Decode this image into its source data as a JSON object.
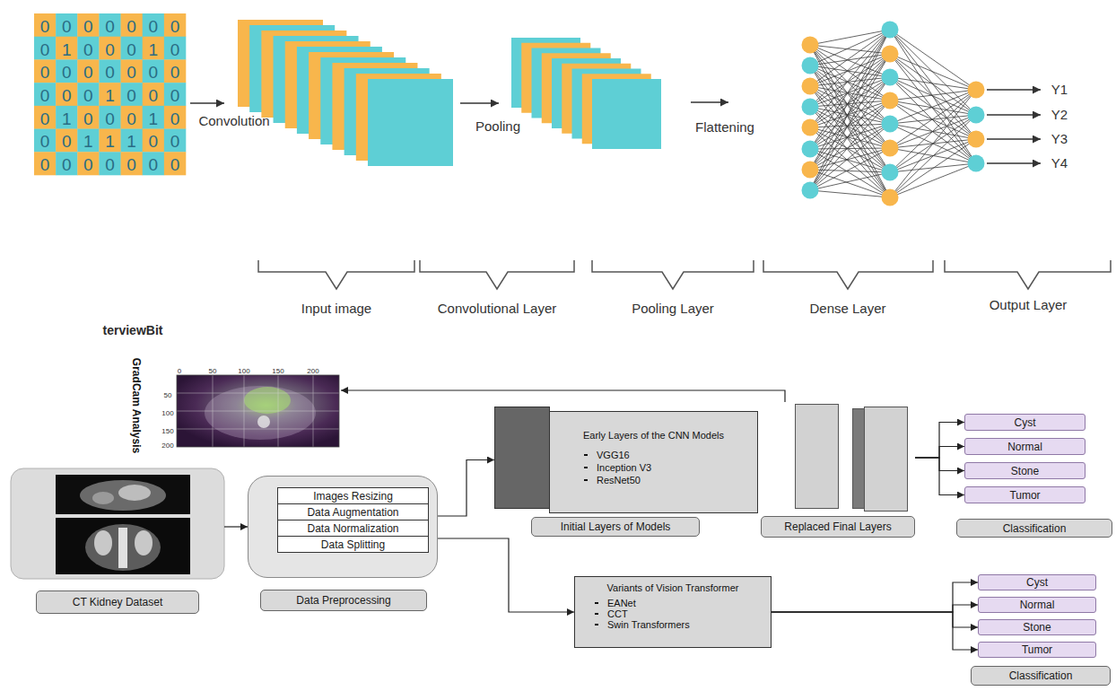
{
  "diagram": {
    "nodes": [
      {
        "text": [
          "GradCam Analysis"
        ]
      },
      {
        "text": [
          "CT Kidney Dataset"
        ]
      },
      {
        "text": [
          "Data Preprocessing"
        ]
      },
      {
        "text": [
          "Images Resizing"
        ],
        "in": 2
      },
      {
        "text": [
          "Data Augmentation"
        ],
        "in": 2
      },
      {
        "text": [
          "Data Normalization"
        ],
        "in": 2
      },
      {
        "text": [
          "Data Splitting"
        ],
        "in": 2
      },
      {
        "text": [
          "Early Layers of the CNN Models",
          "VGG16",
          "Inception V3",
          "ResNet50"
        ]
      },
      {
        "text": [
          "Initial Layers of Models"
        ]
      },
      {
        "text": [
          "Replaced Final Layers"
        ]
      },
      {
        "text": [
          "Cyst"
        ]
      },
      {
        "text": [
          "Normal"
        ]
      },
      {
        "text": [
          "Stone"
        ]
      },
      {
        "text": [
          "Tumor"
        ]
      },
      {
        "text": [
          "Classification"
        ]
      },
      {
        "text": [
          "Variants of Vision Transformer",
          "EANet",
          "CCT",
          "Swin Transformers"
        ]
      },
      {
        "text": [
          "Cyst"
        ]
      },
      {
        "text": [
          "Normal"
        ]
      },
      {
        "text": [
          "Stone"
        ]
      },
      {
        "text": [
          "Tumor"
        ]
      },
      {
        "text": [
          "Classification"
        ]
      }
    ],
    "edges": [
      {
        "from": 1,
        "to": 2,
        "arrow": "to"
      },
      {
        "from": 2,
        "to": 7,
        "arrow": "to"
      },
      {
        "from": 2,
        "to": 15,
        "arrow": "to"
      },
      {
        "from": 9,
        "to": 0,
        "arrow": "to"
      },
      {
        "from": 9,
        "to": 10,
        "arrow": "to"
      },
      {
        "from": 9,
        "to": 11,
        "arrow": "to"
      },
      {
        "from": 9,
        "to": 12,
        "arrow": "to"
      },
      {
        "from": 9,
        "to": 13,
        "arrow": "to"
      },
      {
        "from": 15,
        "to": 16,
        "arrow": "to"
      },
      {
        "from": 15,
        "to": 17,
        "arrow": "to"
      },
      {
        "from": 15,
        "to": 18,
        "arrow": "to"
      },
      {
        "from": 15,
        "to": 19,
        "arrow": "to"
      }
    ],
    "labels": [
      "0",
      "0",
      "0",
      "0",
      "0",
      "0",
      "0",
      "0",
      "1",
      "0",
      "0",
      "0",
      "1",
      "0",
      "0",
      "0",
      "0",
      "0",
      "0",
      "0",
      "0",
      "0",
      "0",
      "0",
      "1",
      "0",
      "0",
      "0",
      "0",
      "1",
      "0",
      "0",
      "0",
      "1",
      "0",
      "0",
      "0",
      "1",
      "1",
      "1",
      "0",
      "0",
      "0",
      "0",
      "0",
      "0",
      "0",
      "0",
      "0",
      "Convolution",
      "Pooling",
      "Flattening",
      "Y1",
      "Y2",
      "Y3",
      "Y4",
      "Input image",
      "Convolutional Layer",
      "Pooling Layer",
      "Dense Layer",
      "Output Layer",
      "terviewBit",
      "0",
      "50",
      "100",
      "150",
      "200",
      "50",
      "100",
      "150",
      "200"
    ]
  }
}
